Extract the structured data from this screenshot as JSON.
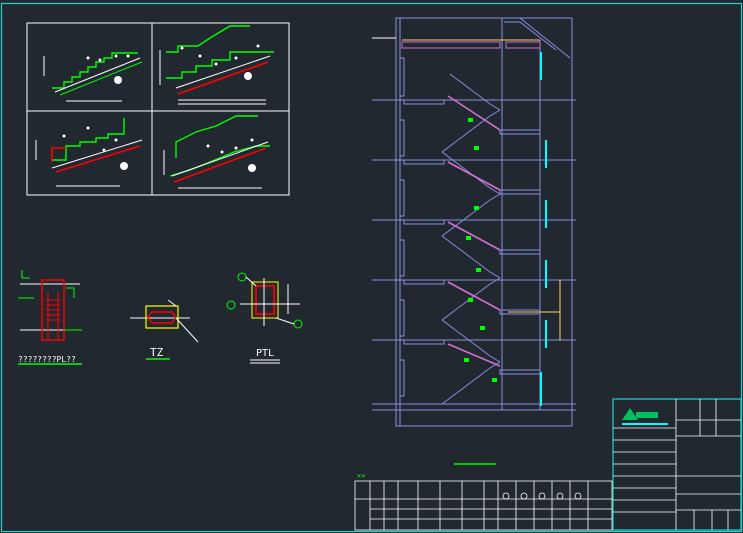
{
  "labels": {
    "detail_a": "TZ",
    "detail_b": "PTL",
    "detail_c": "????????PL??",
    "title_small": "××"
  },
  "colors": {
    "background": "#212830",
    "frame": "#22d3d3",
    "white": "#ffffff",
    "green": "#00ff00",
    "red": "#ff0000",
    "magenta": "#d070d0",
    "blue": "#5a5fd0",
    "yellow": "#ffff00",
    "cyan": "#00ffff"
  }
}
